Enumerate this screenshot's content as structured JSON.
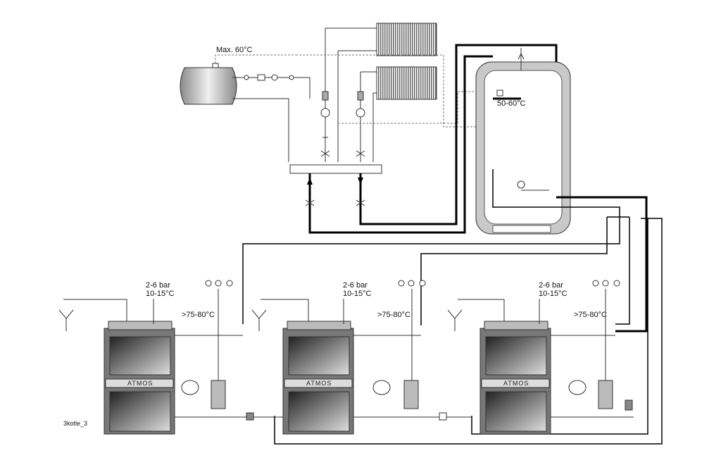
{
  "labels": {
    "max_temp": "Max. 60°C",
    "tank_temp": "50-60°C",
    "pressure_1": "2-6 bar",
    "supply_temp_1": "10-15°C",
    "threshold_1": ">75-80°C",
    "pressure_2": "2-6 bar",
    "supply_temp_2": "10-15°C",
    "threshold_2": ">75-80°C",
    "pressure_3": "2-6 bar",
    "supply_temp_3": "10-15°C",
    "threshold_3": ">75-80°C",
    "drawing_id": "3kotle_3"
  },
  "boilers": [
    {
      "brand": "ATMOS"
    },
    {
      "brand": "ATMOS"
    },
    {
      "brand": "ATMOS"
    }
  ]
}
